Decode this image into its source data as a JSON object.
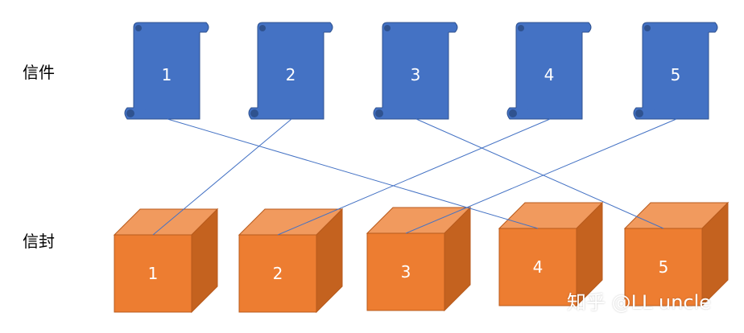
{
  "labels": {
    "letters": "信件",
    "envelopes": "信封"
  },
  "letters": [
    "1",
    "2",
    "3",
    "4",
    "5"
  ],
  "envelopes": [
    "1",
    "2",
    "3",
    "4",
    "5"
  ],
  "connections": [
    {
      "letter": "1",
      "envelope": "4"
    },
    {
      "letter": "2",
      "envelope": "1"
    },
    {
      "letter": "3",
      "envelope": "5"
    },
    {
      "letter": "4",
      "envelope": "2"
    },
    {
      "letter": "5",
      "envelope": "3"
    }
  ],
  "watermark": "知乎 @LL uncle",
  "colors": {
    "scroll_fill": "#4472C4",
    "scroll_dark": "#2F528F",
    "cube_front": "#ED7D31",
    "cube_top": "#F19A5E",
    "cube_side": "#C4621F",
    "line": "#4472C4",
    "number": "#ffffff"
  },
  "icons": {
    "letter": "scroll-icon",
    "envelope": "cube-icon"
  }
}
